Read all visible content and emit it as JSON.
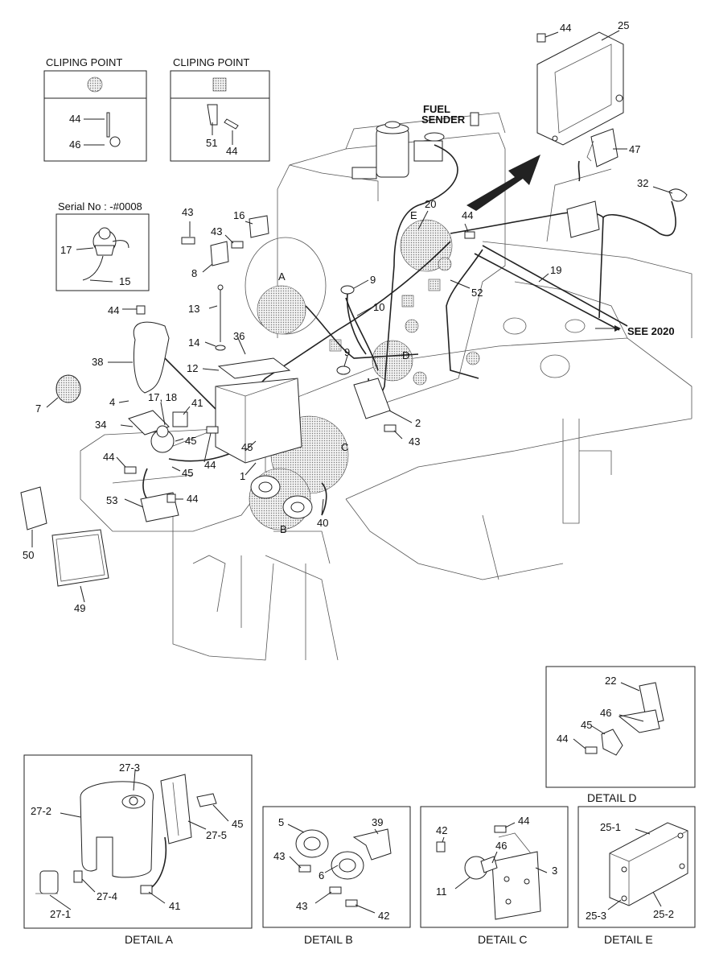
{
  "clip_boxes": [
    {
      "title": "CLIPING POINT",
      "parts": [
        "44",
        "46"
      ]
    },
    {
      "title": "CLIPING POINT",
      "parts": [
        "51",
        "44"
      ]
    }
  ],
  "serial_box": {
    "text": "Serial No : -#0008",
    "parts": [
      "17",
      "15"
    ]
  },
  "main_labels": {
    "fuel_sender": [
      "FUEL",
      "SENDER"
    ],
    "see_2020": "SEE 2020",
    "callouts": {
      "l44a": "44",
      "l25": "25",
      "l47": "47",
      "l32": "32",
      "l20": "20",
      "lE": "E",
      "l44b": "44",
      "l16": "16",
      "l43a": "43",
      "l43b": "43",
      "l8": "8",
      "lA": "A",
      "l9a": "9",
      "l10": "10",
      "l19": "19",
      "l52": "52",
      "l13": "13",
      "l44c": "44",
      "l14": "14",
      "l36": "36",
      "l38": "38",
      "l12": "12",
      "l9b": "9",
      "lD": "D",
      "l7": "7",
      "l4": "4",
      "l1718": "17, 18",
      "l41": "41",
      "l34": "34",
      "l45a": "45",
      "l45b": "45",
      "l44d": "44",
      "l44e": "44",
      "l45c": "45",
      "l1": "1",
      "l2": "2",
      "l43c": "43",
      "lC": "C",
      "l53": "53",
      "l44f": "44",
      "lB": "B",
      "l40": "40",
      "l50": "50",
      "l49": "49"
    }
  },
  "details": [
    {
      "caption": "DETAIL A",
      "labels": [
        "27-3",
        "27-2",
        "27-5",
        "45",
        "27-4",
        "27-1",
        "41"
      ]
    },
    {
      "caption": "DETAIL B",
      "labels": [
        "5",
        "39",
        "43",
        "6",
        "43",
        "42"
      ]
    },
    {
      "caption": "DETAIL C",
      "labels": [
        "42",
        "44",
        "46",
        "3",
        "11"
      ]
    },
    {
      "caption": "DETAIL E",
      "labels": [
        "25-1",
        "25-3",
        "25-2"
      ]
    },
    {
      "caption": "DETAIL D",
      "labels": [
        "22",
        "46",
        "45",
        "44"
      ]
    }
  ]
}
